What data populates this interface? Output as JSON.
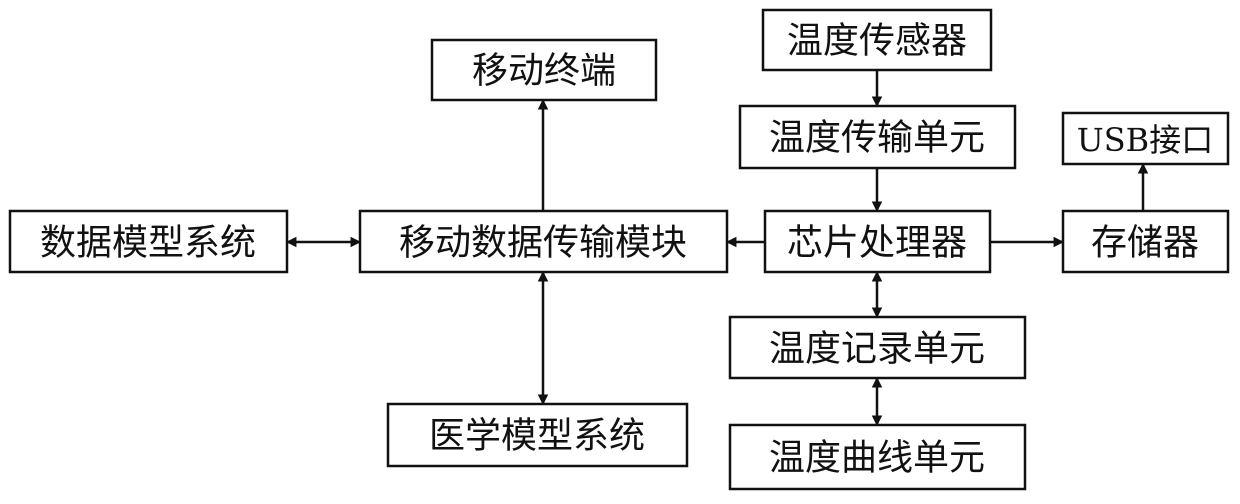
{
  "diagram": {
    "nodes": {
      "mobile_terminal": "移动终端",
      "temp_sensor": "温度传感器",
      "temp_transmission": "温度传输单元",
      "usb_port": "USB接口",
      "data_model_system": "数据模型系统",
      "mobile_data_transmission": "移动数据传输模块",
      "chip_processor": "芯片处理器",
      "storage": "存储器",
      "temp_record": "温度记录单元",
      "medical_model_system": "医学模型系统",
      "temp_curve": "温度曲线单元"
    },
    "edges": [
      {
        "from": "temp_sensor",
        "to": "temp_transmission",
        "direction": "forward"
      },
      {
        "from": "temp_transmission",
        "to": "chip_processor",
        "direction": "forward"
      },
      {
        "from": "chip_processor",
        "to": "mobile_data_transmission",
        "direction": "forward"
      },
      {
        "from": "chip_processor",
        "to": "storage",
        "direction": "forward"
      },
      {
        "from": "storage",
        "to": "usb_port",
        "direction": "forward"
      },
      {
        "from": "mobile_data_transmission",
        "to": "mobile_terminal",
        "direction": "forward"
      },
      {
        "from": "data_model_system",
        "to": "mobile_data_transmission",
        "direction": "both"
      },
      {
        "from": "mobile_data_transmission",
        "to": "medical_model_system",
        "direction": "both"
      },
      {
        "from": "chip_processor",
        "to": "temp_record",
        "direction": "both"
      },
      {
        "from": "temp_record",
        "to": "temp_curve",
        "direction": "both"
      }
    ]
  }
}
